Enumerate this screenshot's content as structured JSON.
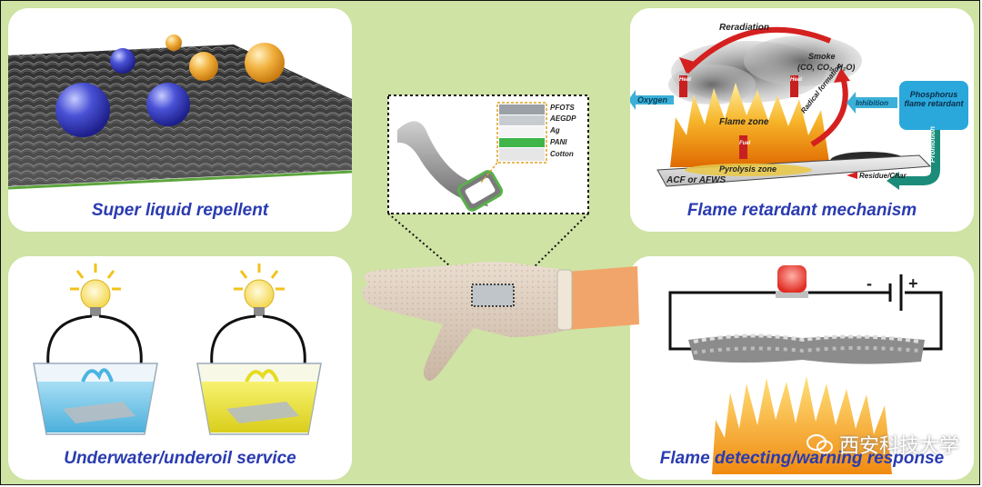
{
  "panels": {
    "repellent": {
      "caption": "Super liquid repellent"
    },
    "flame_mechanism": {
      "caption": "Flame retardant mechanism",
      "labels": {
        "reradiation": "Reradiation",
        "smoke": "Smoke",
        "smoke_formula": "(CO, CO₂, H₂O)",
        "oxygen": "Oxygen",
        "flame_zone": "Flame zone",
        "radical_formation": "Radical formation",
        "inhibition": "Inhibition",
        "phosphorus": "Phosphorus flame retardant",
        "promotion": "Promotion",
        "pyrolysis": "Pyrolysis zone",
        "acf": "ACF or AFWS",
        "residue": "Residue/Char",
        "heat": "Heat",
        "fuel": "Fuel"
      }
    },
    "underwater": {
      "caption": "Underwater/underoil service"
    },
    "flame_detect": {
      "caption": "Flame detecting/warning response",
      "minus": "-",
      "plus": "+"
    }
  },
  "layers": [
    "PFOTS",
    "AEGDP",
    "Ag",
    "PANI",
    "Cotton"
  ],
  "watermark": "西安科技大学"
}
